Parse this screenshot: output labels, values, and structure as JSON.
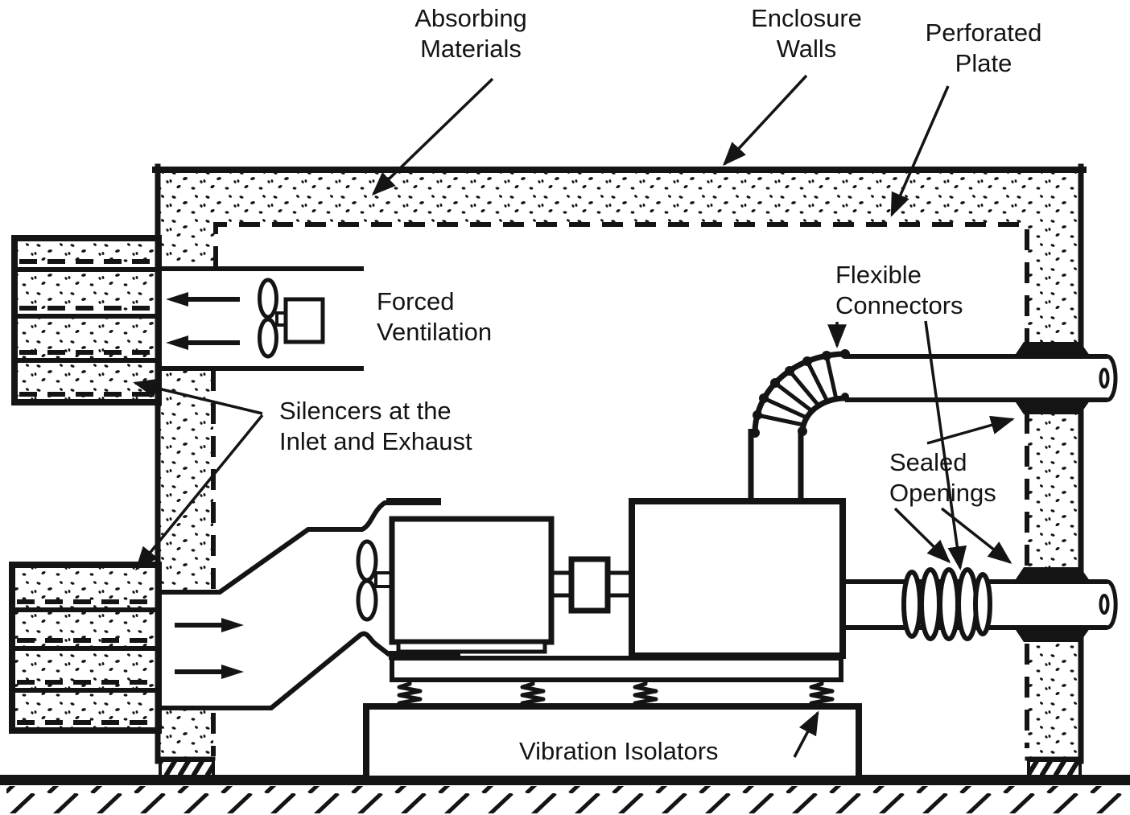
{
  "figure": {
    "type": "engineering-diagram",
    "subject": "Machinery acoustic enclosure with ventilation, silencers and vibration isolation",
    "colors": {
      "ink": "#141414",
      "background": "#ffffff"
    },
    "labels": {
      "absorbing_materials": {
        "line1": "Absorbing",
        "line2": "Materials"
      },
      "enclosure_walls": {
        "line1": "Enclosure",
        "line2": "Walls"
      },
      "perforated_plate": {
        "line1": "Perforated",
        "line2": "Plate"
      },
      "forced_ventilation": {
        "line1": "Forced",
        "line2": "Ventilation"
      },
      "silencers": {
        "line1": "Silencers at the",
        "line2": "Inlet and Exhaust"
      },
      "flexible_connectors": {
        "line1": "Flexible",
        "line2": "Connectors"
      },
      "sealed_openings": {
        "line1": "Sealed",
        "line2": "Openings"
      },
      "vibration_isolators": {
        "text": "Vibration Isolators"
      }
    },
    "icons": [
      "fan-icon",
      "spring-icon",
      "corrugated-elbow-icon",
      "bellows-icon",
      "airflow-arrow-icon",
      "leader-arrow-icon"
    ]
  }
}
